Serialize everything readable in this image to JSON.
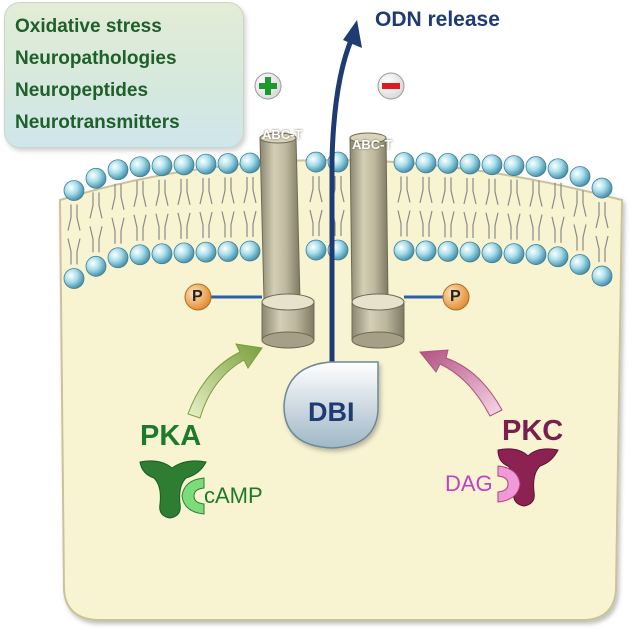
{
  "stimuli": {
    "items": [
      "Oxidative stress",
      "Neuropathologies",
      "Neuropeptides",
      "Neurotransmitters"
    ]
  },
  "release": {
    "label": "ODN release"
  },
  "regulation": {
    "positive_symbol": "+",
    "negative_symbol": "−"
  },
  "transporters": {
    "left_label": "ABC-T",
    "right_label": "ABC-T"
  },
  "phospho": {
    "left": "P",
    "right": "P"
  },
  "precursor": {
    "label": "DBI"
  },
  "kinases": {
    "pka": {
      "label": "PKA",
      "activator": "cAMP"
    },
    "pkc": {
      "label": "PKC",
      "activator": "DAG"
    }
  },
  "colors": {
    "membrane_head": "#8fd0e0",
    "cell_fill": "#f8f4d2",
    "transporter": "#a9a48a",
    "pka": "#1d7a2a",
    "pkc": "#7a1f4d",
    "release_arrow": "#1f3b73"
  }
}
